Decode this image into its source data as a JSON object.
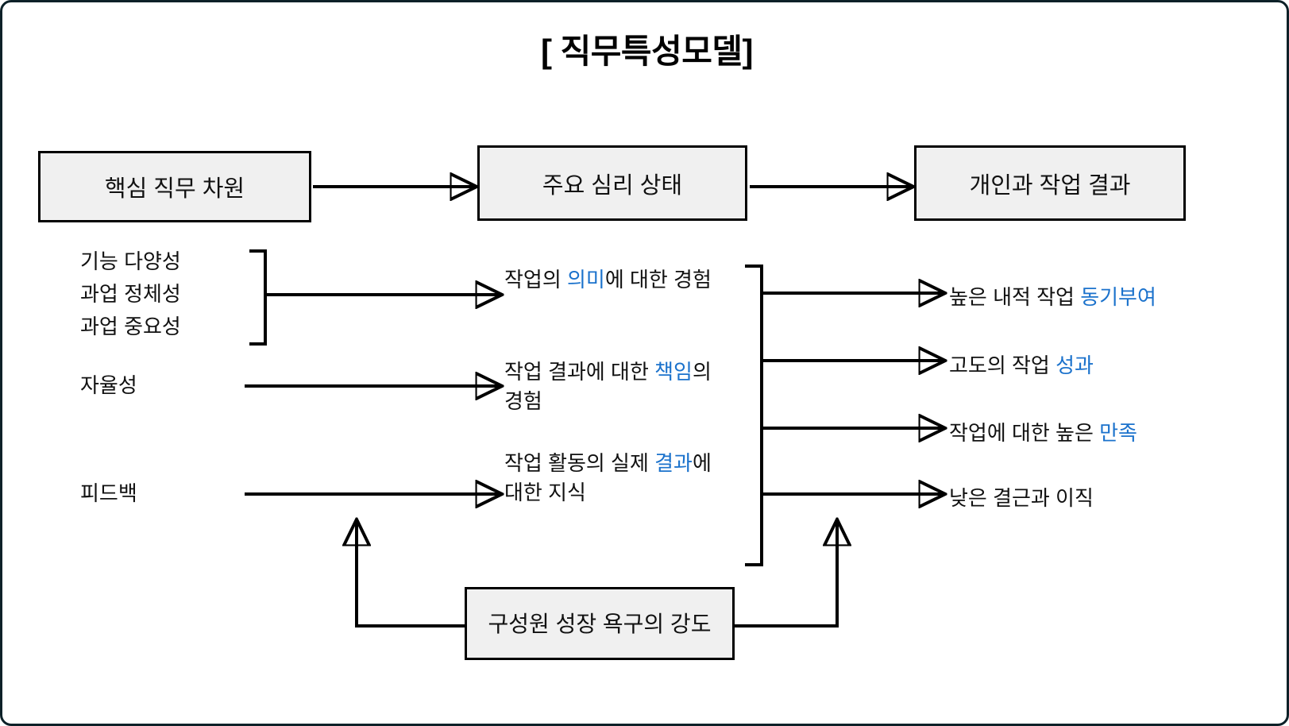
{
  "title": "[ 직무특성모델]",
  "colors": {
    "highlight": "#1b72cc",
    "box_fill": "#f0f0f0",
    "box_border": "#000000",
    "canvas_border": "#0d2128",
    "text": "#111111"
  },
  "headers": {
    "core_job_dimensions": "핵심 직무 차원",
    "critical_psychological_states": "주요 심리 상태",
    "personal_and_work_outcomes": "개인과 작업 결과"
  },
  "core_job_dimensions": {
    "grouped": [
      "기능 다양성",
      "과업 정체성",
      "과업 중요성"
    ],
    "autonomy": "자율성",
    "feedback": "피드백"
  },
  "psychological_states": [
    {
      "pre": "작업의 ",
      "highlight": "의미",
      "post": "에 대한 경험"
    },
    {
      "pre": "작업 결과에 대한 ",
      "highlight": "책임",
      "post": "의 경험"
    },
    {
      "pre": "작업 활동의 실제 ",
      "highlight": "결과",
      "post": "에 대한 지식"
    }
  ],
  "outcomes": [
    {
      "pre": "높은 내적 작업 ",
      "highlight": "동기부여",
      "post": ""
    },
    {
      "pre": "고도의 작업 ",
      "highlight": "성과",
      "post": ""
    },
    {
      "pre": "작업에 대한 높은 ",
      "highlight": "만족",
      "post": ""
    },
    {
      "pre": "낮은 결근과 이직",
      "highlight": "",
      "post": ""
    }
  ],
  "moderator": {
    "label": "구성원 성장 욕구의 강도"
  }
}
